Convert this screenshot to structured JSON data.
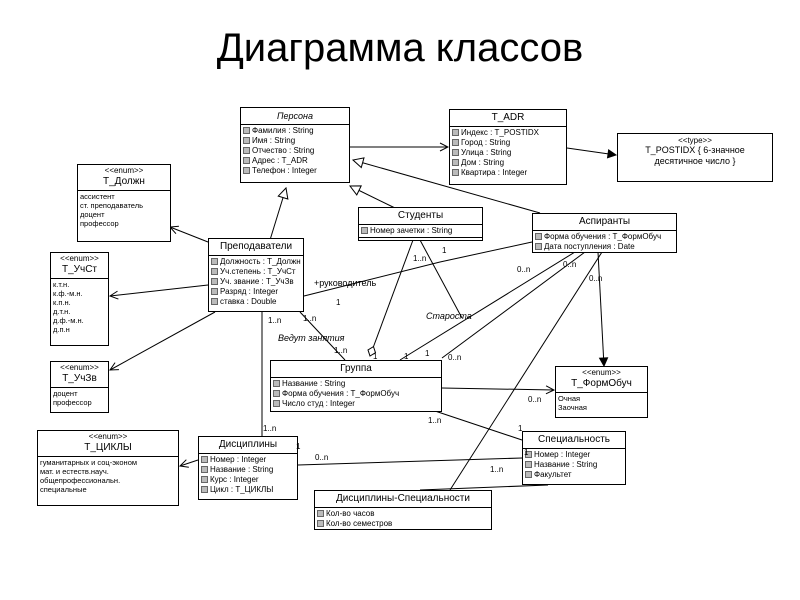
{
  "title": "Диаграмма классов",
  "classes": {
    "persona": {
      "name": "Персона",
      "attrs": [
        "Фамилия : String",
        "Имя : String",
        "Отчество : String",
        "Адрес : T_ADR",
        "Телефон : Integer"
      ]
    },
    "t_adr": {
      "name": "T_ADR",
      "attrs": [
        "Индекс : T_POSTIDX",
        "Город : String",
        "Улица : String",
        "Дом : String",
        "Квартира : Integer"
      ]
    },
    "t_postidx": {
      "stereotype": "<<type>>",
      "name": "T_POSTIDX",
      "note": "{ 6-значное десятичное число }"
    },
    "t_dolzhn": {
      "stereotype": "<<enum>>",
      "name": "T_Должн",
      "items": [
        "ассистент",
        "ст. преподаватель",
        "доцент",
        "профессор"
      ]
    },
    "t_uchst": {
      "stereotype": "<<enum>>",
      "name": "T_УчСт",
      "items": [
        "к.т.н.",
        "к.ф.-м.н.",
        "к.п.н.",
        "д.т.н.",
        "д.ф.-м.н.",
        "д.п.н"
      ]
    },
    "t_uchzv": {
      "stereotype": "<<enum>>",
      "name": "T_УчЗв",
      "items": [
        "доцент",
        "профессор"
      ]
    },
    "t_cikly": {
      "stereotype": "<<enum>>",
      "name": "T_ЦИКЛЫ",
      "items": [
        "гуманитарных и соц-эконом",
        "мат. и естеств.науч.",
        "общепрофессиональн.",
        "специальные"
      ]
    },
    "prepod": {
      "name": "Преподаватели",
      "attrs": [
        "Должность : T_Должн",
        "Уч.степень : T_УчСт",
        "Уч. звание : T_УчЗв",
        "Разряд : Integer",
        "ставка : Double"
      ]
    },
    "studenty": {
      "name": "Студенты",
      "attrs": [
        "Номер зачетки : String"
      ]
    },
    "aspiranty": {
      "name": "Аспиранты",
      "attrs": [
        "Форма обучения : T_ФормОбуч",
        "Дата поступления : Date"
      ]
    },
    "gruppa": {
      "name": "Группа",
      "attrs": [
        "Название : String",
        "Форма обучения : T_ФормОбуч",
        "Число студ : Integer"
      ]
    },
    "t_formobuch": {
      "stereotype": "<<enum>>",
      "name": "T_ФормОбуч",
      "items": [
        "Очная",
        "Заочная"
      ]
    },
    "discipliny": {
      "name": "Дисциплины",
      "attrs": [
        "Номер : Integer",
        "Название : String",
        "Курс : Integer",
        "Цикл : T_ЦИКЛЫ"
      ]
    },
    "specialnost": {
      "name": "Специальность",
      "attrs": [
        "Номер : Integer",
        "Название : String",
        "Факультет"
      ]
    },
    "disc_spec": {
      "name": "Дисциплины-Специальности",
      "attrs": [
        "Кол-во часов",
        "Кол-во семестров"
      ]
    }
  },
  "labels": {
    "rukovoditel": "+руководитель",
    "vedut": "Ведут занятия",
    "starosta": "Староста",
    "m1": "1..n",
    "m2": "1",
    "m3": "1..n",
    "m4": "1",
    "m5": "0..n",
    "m6": "0..n",
    "m7": "0..n",
    "m8": "1",
    "m9": "1..n",
    "m10": "1..n",
    "m11": "1",
    "m12": "1",
    "m13": "0..n",
    "m14": "1..n",
    "m15": "1",
    "m16": "1..n",
    "m17": "0..n",
    "m18": "1..n",
    "m19": "1",
    "m20": "1",
    "m21": "0..n"
  }
}
